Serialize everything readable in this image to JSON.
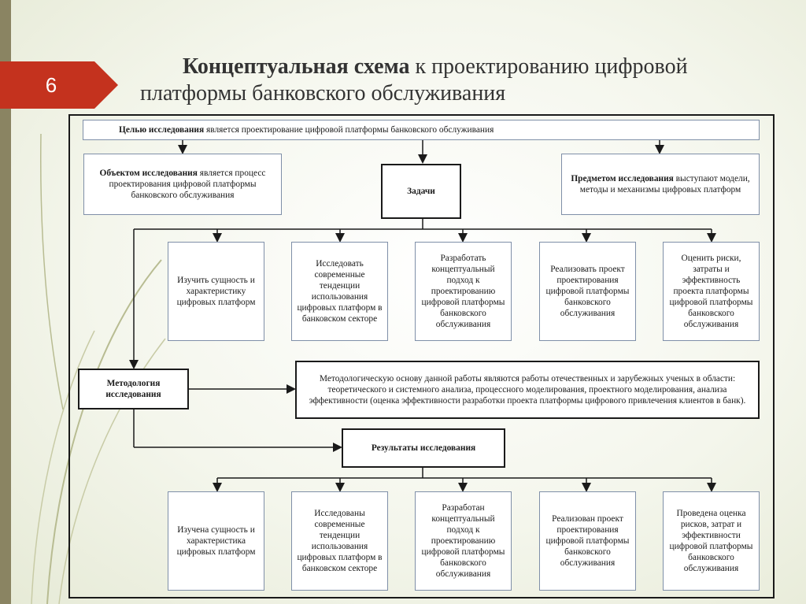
{
  "slide": {
    "number": "6"
  },
  "title": {
    "bold_part": "Концептуальная схема",
    "rest_line1": " к проектированию цифровой",
    "line2": "платформы банковского обслуживания"
  },
  "diagram": {
    "goal": {
      "bold": "Целью исследования",
      "text": " является проектирование цифровой платформы банковского обслуживания"
    },
    "object": {
      "bold": "Объектом исследования",
      "text": " является процесс проектирования цифровой платформы банковского обслуживания"
    },
    "tasks": "Задачи",
    "subject": {
      "bold": "Предметом исследования",
      "text": " выступают модели, методы и механизмы цифровых платформ"
    },
    "task_items": [
      "Изучить сущность и характеристику цифровых платформ",
      "Исследовать современные тенденции использования цифровых платформ в банковском секторе",
      "Разработать концептуальный подход к проектированию цифровой платформы банковского обслуживания",
      "Реализовать проект проектирования цифровой платформы банковского обслуживания",
      "Оценить риски, затраты и эффективность проекта платформы цифровой платформы банковского обслуживания"
    ],
    "methodology": "Методология исследования",
    "methodology_desc": "Методологическую основу данной работы являются работы отечественных и зарубежных ученых в области: теоретического и системного анализа, процессного моделирования, проектного моделирования, анализа эффективности (оценка эффективности разработки проекта платформы цифрового привлечения клиентов в банк).",
    "results": "Результаты исследования",
    "result_items": [
      "Изучена сущность и характеристика цифровых платформ",
      "Исследованы современные тенденции использования цифровых платформ в банковском секторе",
      "Разработан концептуальный подход к проектированию цифровой платформы банковского обслуживания",
      "Реализован проект проектирования цифровой платформы банковского обслуживания",
      "Проведена оценка рисков, затрат и эффективности цифровой платформы банковского обслуживания"
    ]
  }
}
